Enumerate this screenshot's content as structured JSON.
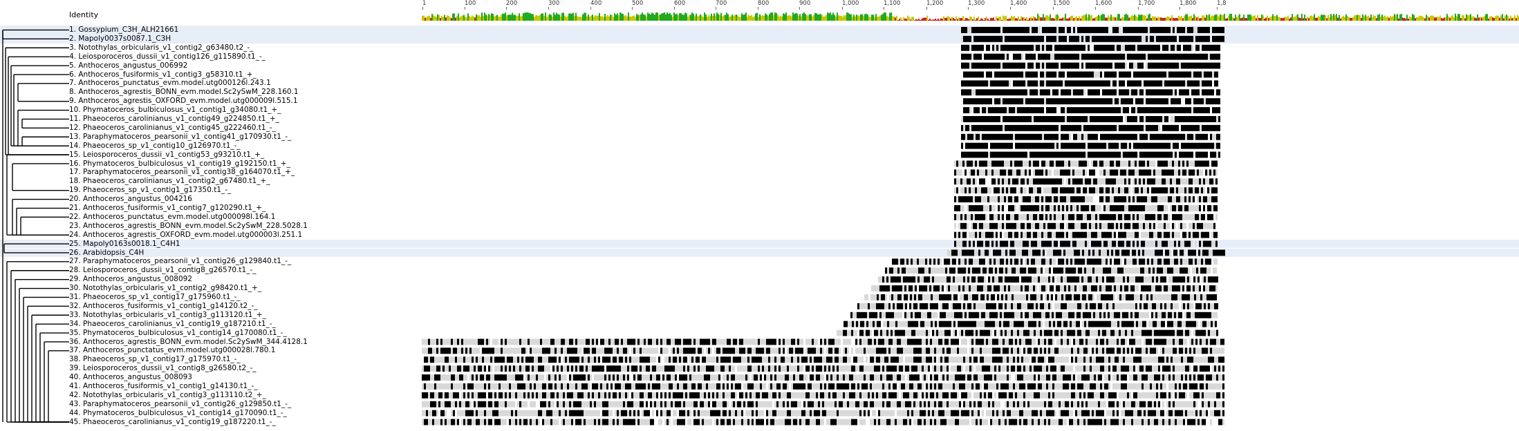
{
  "header": {
    "identity_label": "Identity"
  },
  "ruler": {
    "ticks": [
      "1",
      "100",
      "200",
      "300",
      "400",
      "500",
      "600",
      "700",
      "800",
      "900",
      "1,000",
      "1,100",
      "1,200",
      "1,300",
      "1,400",
      "1,500",
      "1,600",
      "1,700",
      "1,800",
      "1,8"
    ]
  },
  "sequences": [
    {
      "label": "1. Gossypium_C3H_ALH21661",
      "hl": true
    },
    {
      "label": "2. Mapoly0037s0087.1_C3H",
      "hl": true
    },
    {
      "label": "3. Notothylas_orbicularis_v1_contig2_g63480.t2_-_"
    },
    {
      "label": "4. Leiosporoceros_dussii_v1_contig126_g115890.t1_-_"
    },
    {
      "label": "5. Anthoceros_angustus_006992"
    },
    {
      "label": "6. Anthoceros_fusiformis_v1_contig3_g58310.t1_+_"
    },
    {
      "label": "7. Anthoceros_punctatus_evm.model.utg000126l.243.1"
    },
    {
      "label": "8. Anthoceros_agrestis_BONN_evm.model.Sc2ySwM_228.160.1"
    },
    {
      "label": "9. Anthoceros_agrestis_OXFORD_evm.model.utg000009l.515.1"
    },
    {
      "label": "10. Phymatoceros_bulbiculosus_v1_contig1_g34080.t1_+_"
    },
    {
      "label": "11. Phaeoceros_carolinianus_v1_contig49_g224850.t1_+_"
    },
    {
      "label": "12. Phaeoceros_carolinianus_v1_contig45_g222460.t1_-_"
    },
    {
      "label": "13. Paraphymatoceros_pearsonii_v1_contig41_g170930.t1_-_"
    },
    {
      "label": "14. Phaeoceros_sp_v1_contig10_g126970.t1_-_"
    },
    {
      "label": "15. Leiosporoceros_dussii_v1_contig53_g93210.t1_+_"
    },
    {
      "label": "16. Phymatoceros_bulbiculosus_v1_contig19_g192150.t1_+_"
    },
    {
      "label": "17. Paraphymatoceros_pearsonii_v1_contig38_g164070.t1_+_"
    },
    {
      "label": "18. Phaeoceros_carolinianus_v1_contig2_g67480.t1_+_"
    },
    {
      "label": "19. Phaeoceros_sp_v1_contig1_g17350.t1_-_"
    },
    {
      "label": "20. Anthoceros_angustus_004216"
    },
    {
      "label": "21. Anthoceros_fusiformis_v1_contig7_g120290.t1_+_"
    },
    {
      "label": "22. Anthoceros_punctatus_evm.model.utg000098l.164.1"
    },
    {
      "label": "23. Anthoceros_agrestis_BONN_evm.model.Sc2ySwM_228.5028.1"
    },
    {
      "label": "24. Anthoceros_agrestis_OXFORD_evm.model.utg000003l.251.1"
    },
    {
      "label": "25. Mapoly0163s0018.1_C4H1",
      "hl": true
    },
    {
      "label": "26. Arabidopsis_C4H",
      "hl": true
    },
    {
      "label": "27. Paraphymatoceros_pearsonii_v1_contig26_g129840.t1_-_"
    },
    {
      "label": "28. Leiosporoceros_dussii_v1_contig8_g26570.t1_-_"
    },
    {
      "label": "29. Anthoceros_angustus_008092"
    },
    {
      "label": "30. Notothylas_orbicularis_v1_contig2_g98420.t1_+_"
    },
    {
      "label": "31. Phaeoceros_sp_v1_contig17_g175960.t1_-_"
    },
    {
      "label": "32. Anthoceros_fusiformis_v1_contig1_g14120.t2_-_"
    },
    {
      "label": "33. Notothylas_orbicularis_v1_contig3_g113120.t1_+_"
    },
    {
      "label": "34. Phaeoceros_carolinianus_v1_contig19_g187210.t1_-_"
    },
    {
      "label": "35. Phymatoceros_bulbiculosus_v1_contig14_g170080.t1_-_"
    },
    {
      "label": "36. Anthoceros_agrestis_BONN_evm.model.Sc2ySwM_344.4128.1"
    },
    {
      "label": "37. Anthoceros_punctatus_evm.model.utg000028l.780.1"
    },
    {
      "label": "38. Phaeoceros_sp_v1_contig17_g175970.t1_-_"
    },
    {
      "label": "39. Leiosporoceros_dussii_v1_contig8_g26580.t2_-_"
    },
    {
      "label": "40. Anthoceros_angustus_008093"
    },
    {
      "label": "41. Anthoceros_fusiformis_v1_contig1_g14130.t1_-_"
    },
    {
      "label": "42. Notothylas_orbicularis_v1_contig3_g113110.t2_+_"
    },
    {
      "label": "43. Paraphymatoceros_pearsonii_v1_contig26_g129850.t1_-_"
    },
    {
      "label": "44. Phymatoceros_bulbiculosus_v1_contig14_g170090.t1_-_"
    },
    {
      "label": "45. Phaeoceros_carolinianus_v1_contig19_g187220.t1_-_"
    }
  ],
  "colors": {
    "highlight": "#e8eef8",
    "identity_high": "#22aa22",
    "identity_mid": "#c8c800",
    "identity_low": "#cc2222",
    "residue_dark": "#000000",
    "residue_light": "#d9d9d9"
  }
}
